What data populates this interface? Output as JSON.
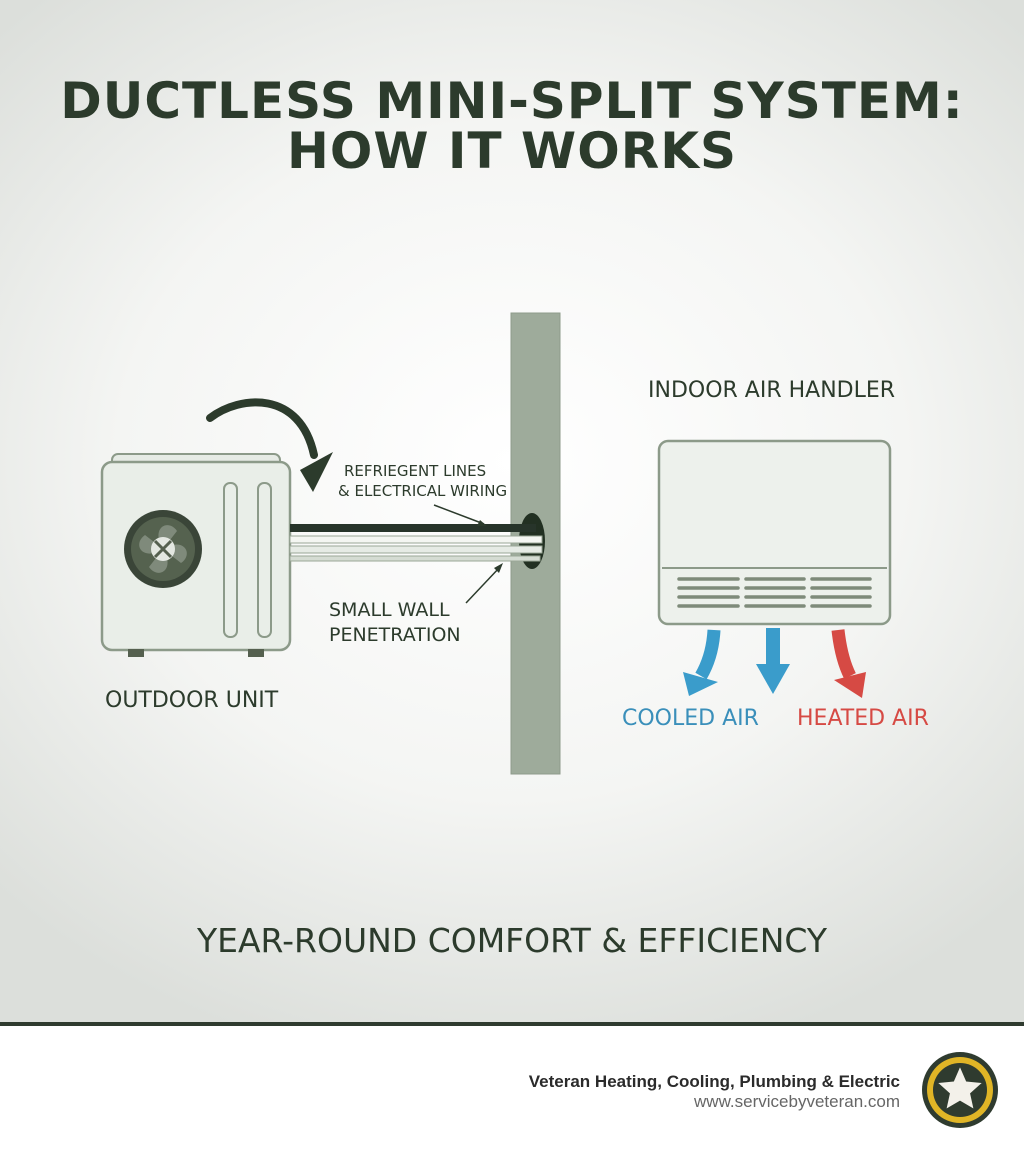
{
  "title_line1": "DUCTLESS MINI-SPLIT SYSTEM:",
  "title_line2": "HOW IT WORKS",
  "labels": {
    "refrigerant_line1": "REFRIEGENT LINES",
    "refrigerant_line2": "& ELECTRICAL WIRING",
    "wall_line1": "SMALL WALL",
    "wall_line2": "PENETRATION",
    "outdoor_unit": "OUTDOOR UNIT",
    "indoor_handler": "INDOOR AIR HANDLER",
    "cooled_air": "COOLED AIR",
    "heated_air": "HEATED AIR"
  },
  "tagline": "YEAR-ROUND COMFORT & EFFICIENCY",
  "footer": {
    "company": "Veteran Heating, Cooling, Plumbing & Electric",
    "website": "www.servicebyveteran.com",
    "logo_icon": "star-badge-icon"
  },
  "colors": {
    "title": "#2c3b2c",
    "cooled": "#3a9ccb",
    "heated": "#d64a44",
    "wall": "#9eab9b",
    "unit_outline": "#8c9a89"
  }
}
